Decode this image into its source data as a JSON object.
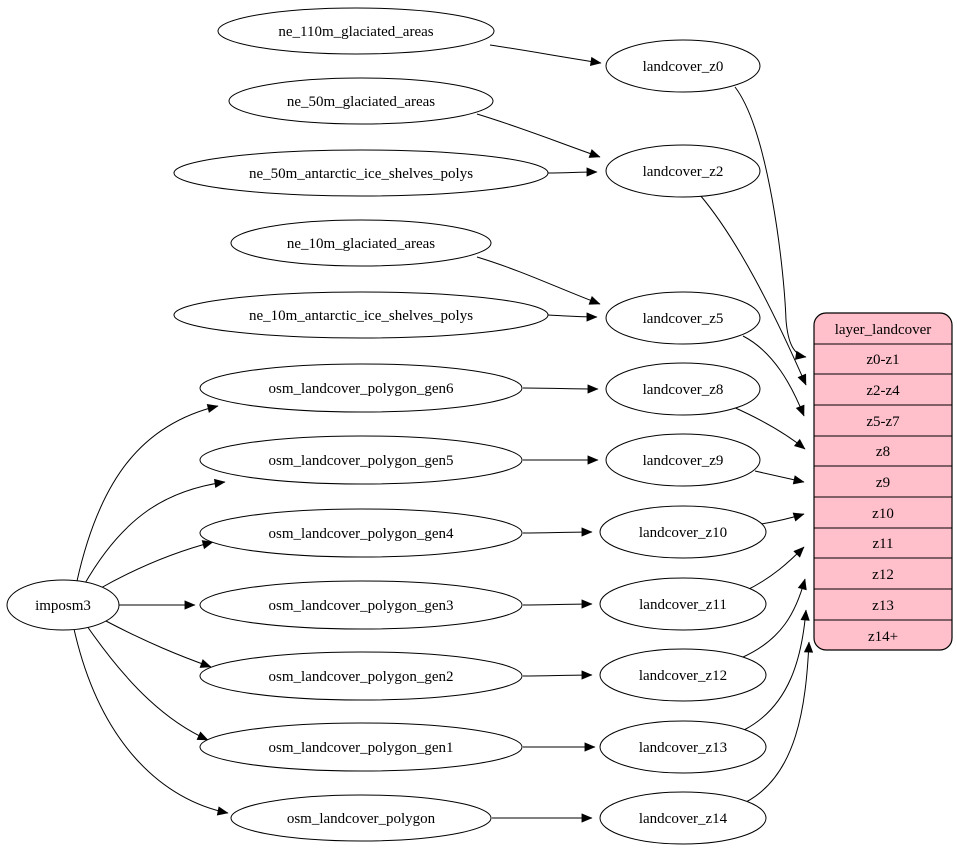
{
  "diagram": {
    "kind": "etl-dependency-graph",
    "colors": {
      "background": "#ffffff",
      "node_fill": "#ffffff",
      "node_stroke": "#000000",
      "edge_color": "#000000",
      "record_fill": "#ffc0cb",
      "text_color": "#000000"
    },
    "nodes": {
      "imposm3": {
        "label": "imposm3"
      },
      "ne_110m_glaciated_areas": {
        "label": "ne_110m_glaciated_areas"
      },
      "ne_50m_glaciated_areas": {
        "label": "ne_50m_glaciated_areas"
      },
      "ne_50m_antarctic_ice_shelves_polys": {
        "label": "ne_50m_antarctic_ice_shelves_polys"
      },
      "ne_10m_glaciated_areas": {
        "label": "ne_10m_glaciated_areas"
      },
      "ne_10m_antarctic_ice_shelves_polys": {
        "label": "ne_10m_antarctic_ice_shelves_polys"
      },
      "osm_landcover_polygon_gen6": {
        "label": "osm_landcover_polygon_gen6"
      },
      "osm_landcover_polygon_gen5": {
        "label": "osm_landcover_polygon_gen5"
      },
      "osm_landcover_polygon_gen4": {
        "label": "osm_landcover_polygon_gen4"
      },
      "osm_landcover_polygon_gen3": {
        "label": "osm_landcover_polygon_gen3"
      },
      "osm_landcover_polygon_gen2": {
        "label": "osm_landcover_polygon_gen2"
      },
      "osm_landcover_polygon_gen1": {
        "label": "osm_landcover_polygon_gen1"
      },
      "osm_landcover_polygon": {
        "label": "osm_landcover_polygon"
      },
      "landcover_z0": {
        "label": "landcover_z0"
      },
      "landcover_z2": {
        "label": "landcover_z2"
      },
      "landcover_z5": {
        "label": "landcover_z5"
      },
      "landcover_z8": {
        "label": "landcover_z8"
      },
      "landcover_z9": {
        "label": "landcover_z9"
      },
      "landcover_z10": {
        "label": "landcover_z10"
      },
      "landcover_z11": {
        "label": "landcover_z11"
      },
      "landcover_z12": {
        "label": "landcover_z12"
      },
      "landcover_z13": {
        "label": "landcover_z13"
      },
      "landcover_z14": {
        "label": "landcover_z14"
      }
    },
    "record": {
      "title": "layer_landcover",
      "rows": [
        "z0-z1",
        "z2-z4",
        "z5-z7",
        "z8",
        "z9",
        "z10",
        "z11",
        "z12",
        "z13",
        "z14+"
      ]
    },
    "edges": [
      {
        "from": "ne_110m_glaciated_areas",
        "to": "landcover_z0"
      },
      {
        "from": "ne_50m_glaciated_areas",
        "to": "landcover_z2"
      },
      {
        "from": "ne_50m_antarctic_ice_shelves_polys",
        "to": "landcover_z2"
      },
      {
        "from": "ne_10m_glaciated_areas",
        "to": "landcover_z5"
      },
      {
        "from": "ne_10m_antarctic_ice_shelves_polys",
        "to": "landcover_z5"
      },
      {
        "from": "imposm3",
        "to": "osm_landcover_polygon_gen6"
      },
      {
        "from": "imposm3",
        "to": "osm_landcover_polygon_gen5"
      },
      {
        "from": "imposm3",
        "to": "osm_landcover_polygon_gen4"
      },
      {
        "from": "imposm3",
        "to": "osm_landcover_polygon_gen3"
      },
      {
        "from": "imposm3",
        "to": "osm_landcover_polygon_gen2"
      },
      {
        "from": "imposm3",
        "to": "osm_landcover_polygon_gen1"
      },
      {
        "from": "imposm3",
        "to": "osm_landcover_polygon"
      },
      {
        "from": "osm_landcover_polygon_gen6",
        "to": "landcover_z8"
      },
      {
        "from": "osm_landcover_polygon_gen5",
        "to": "landcover_z9"
      },
      {
        "from": "osm_landcover_polygon_gen4",
        "to": "landcover_z10"
      },
      {
        "from": "osm_landcover_polygon_gen3",
        "to": "landcover_z11"
      },
      {
        "from": "osm_landcover_polygon_gen2",
        "to": "landcover_z12"
      },
      {
        "from": "osm_landcover_polygon_gen1",
        "to": "landcover_z13"
      },
      {
        "from": "osm_landcover_polygon",
        "to": "landcover_z14"
      },
      {
        "from": "landcover_z0",
        "to": "layer_landcover.z0-z1"
      },
      {
        "from": "landcover_z2",
        "to": "layer_landcover.z2-z4"
      },
      {
        "from": "landcover_z5",
        "to": "layer_landcover.z5-z7"
      },
      {
        "from": "landcover_z8",
        "to": "layer_landcover.z8"
      },
      {
        "from": "landcover_z9",
        "to": "layer_landcover.z9"
      },
      {
        "from": "landcover_z10",
        "to": "layer_landcover.z10"
      },
      {
        "from": "landcover_z11",
        "to": "layer_landcover.z11"
      },
      {
        "from": "landcover_z12",
        "to": "layer_landcover.z12"
      },
      {
        "from": "landcover_z13",
        "to": "layer_landcover.z13"
      },
      {
        "from": "landcover_z14",
        "to": "layer_landcover.z14+"
      }
    ]
  }
}
